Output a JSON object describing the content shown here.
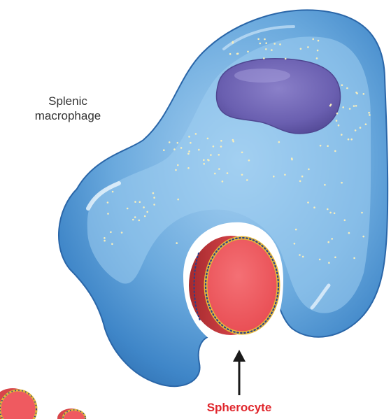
{
  "labels": {
    "macrophage_line1": "Splenic",
    "macrophage_line2": "macrophage",
    "spherocyte": "Spherocyte"
  },
  "colors": {
    "cell_body": "#3d82c4",
    "cell_light": "#8cc0ea",
    "nucleus": "#6b5fad",
    "rbc_face": "#ee5a5e",
    "rbc_rim": "#c23a3e",
    "rbc_membrane": "#e0b63a",
    "rbc_membrane_dots": "#2c3f8a",
    "label_red": "#e0262c",
    "granule": "#f5e9b0"
  }
}
